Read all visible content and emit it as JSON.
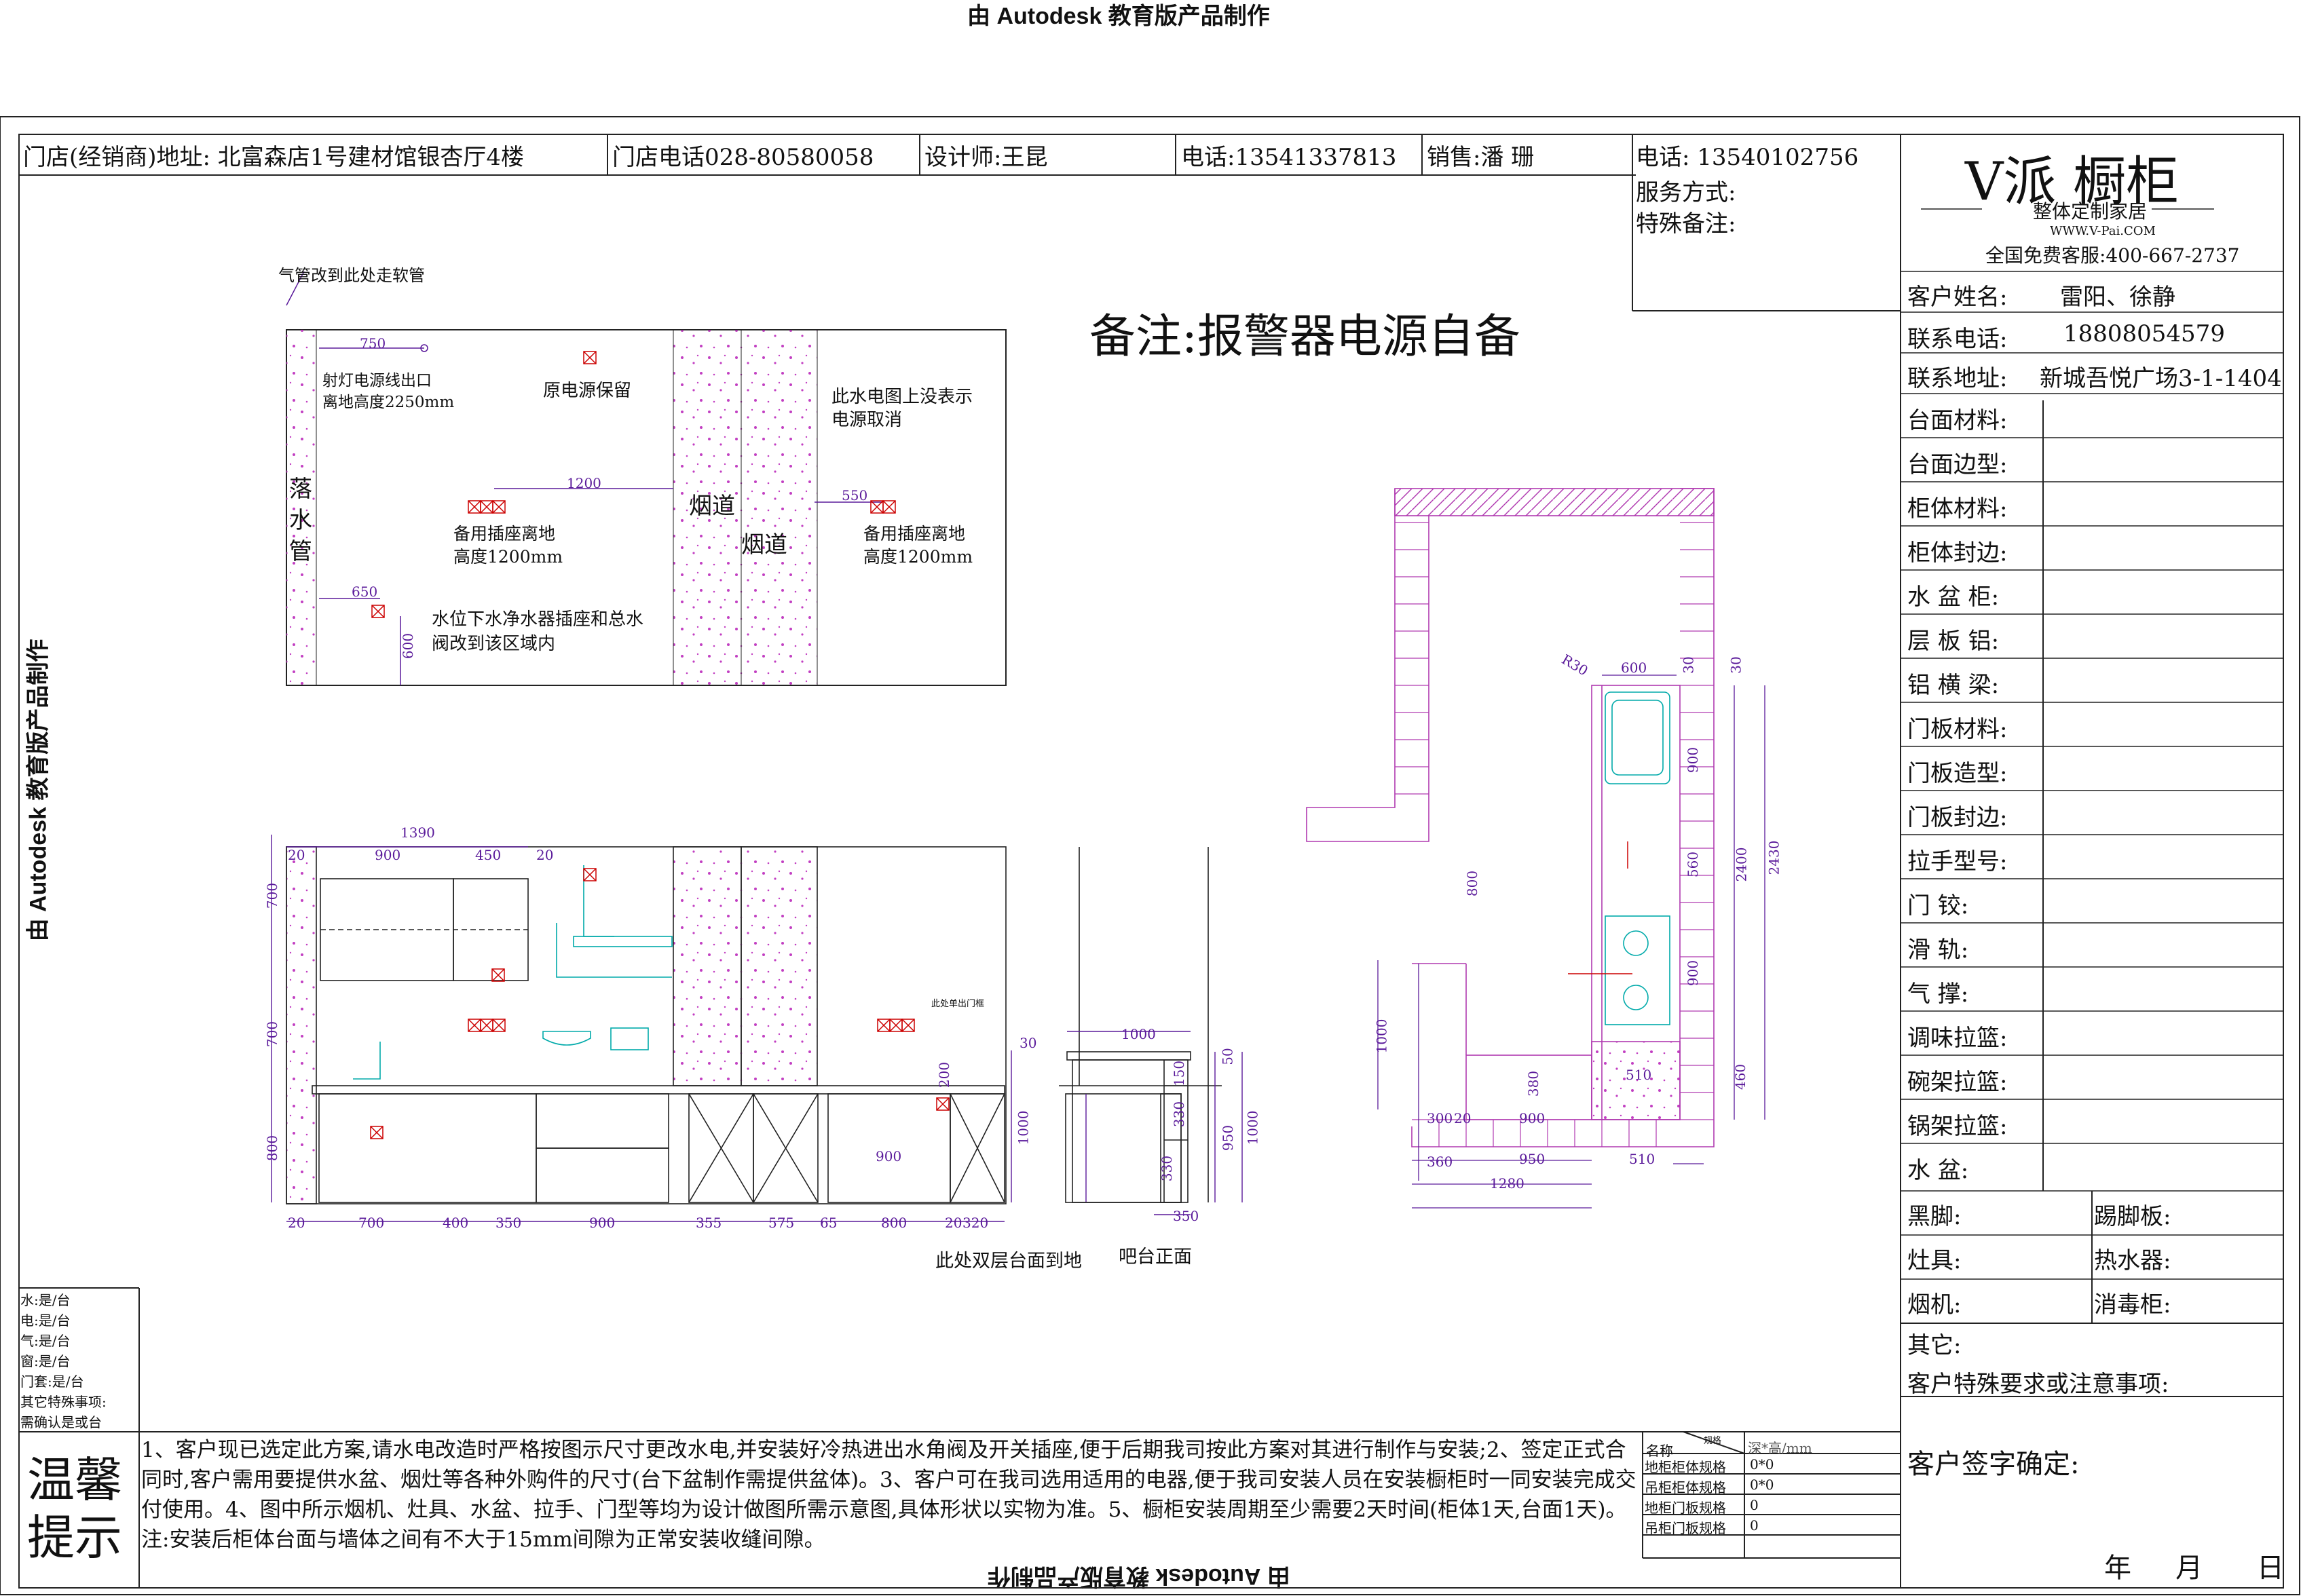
{
  "watermark": "由 Autodesk 教育版产品制作",
  "header": {
    "store_address": "门店(经销商)地址: 北富森店1号建材馆银杏厅4楼",
    "store_phone": "门店电话028-80580058",
    "designer": "设计师:王昆",
    "designer_phone": "电话:13541337813",
    "sales": "销售:潘  珊",
    "sales_phone": "电话:    13540102756",
    "service_mode": "服务方式:",
    "special_notes": "特殊备注:"
  },
  "brand": {
    "name": "V派  橱柜",
    "tagline": "整体定制家居",
    "website": "WWW.V-Pai.COM",
    "hotline": "全国免费客服:400-667-2737"
  },
  "customer": {
    "name_label": "客户姓名:",
    "name_value": "雷阳、徐静",
    "phone_label": "联系电话:",
    "phone_value": "18808054579",
    "address_label": "联系地址:",
    "address_value": "新城吾悦广场3-1-1404"
  },
  "spec_fields": [
    "台面材料:",
    "台面边型:",
    "柜体材料:",
    "柜体封边:",
    "水 盆 柜:",
    "层 板 铝:",
    "铝 横 梁:",
    "门板材料:",
    "门板造型:",
    "门板封边:",
    "拉手型号:",
    "门    铰:",
    "滑    轨:",
    "气    撑:",
    "调味拉篮:",
    "碗架拉篮:",
    "锅架拉篮:",
    "水    盆:"
  ],
  "appliances": {
    "left": [
      "黑脚:",
      "灶具:",
      "烟机:"
    ],
    "right": [
      "踢脚板:",
      "热水器:",
      "消毒柜:"
    ],
    "other": "其它:",
    "special": "客户特殊要求或注意事项:",
    "signature": "客户签字确定:",
    "date": [
      "年",
      "月",
      "日"
    ]
  },
  "remark": "备注:报警器电源自备",
  "checklist": [
    "水:是/台",
    "电:是/台",
    "气:是/台",
    "窗:是/台",
    "门套:是/台",
    "其它特殊事项:",
    "需确认是或台"
  ],
  "tips": {
    "title": [
      "温馨",
      "提示"
    ],
    "text": "1、客户现已选定此方案,请水电改造时严格按图示尺寸更改水电,并安装好冷热进出水角阀及开关插座,便于后期我司按此方案对其进行制作与安装;2、签定正式合同时,客户需用要提供水盆、烟灶等各种外购件的尺寸(台下盆制作需提供盆体)。3、客户可在我司选用适用的电器,便于我司安装人员在安装橱柜时一同安装完成交付使用。4、图中所示烟机、灶具、水盆、拉手、门型等均为设计做图所需示意图,具体形状以实物为准。5、橱柜安装周期至少需要2天时间(柜体1天,台面1天)。注:安装后柜体台面与墙体之间有不大于15mm间隙为正常安装收缝间隙。"
  },
  "spec_table": {
    "header_name": "名称",
    "header_spec": "规格",
    "header_unit": "深*高/mm",
    "rows": [
      {
        "name": "地柜柜体规格",
        "value": "0*0"
      },
      {
        "name": "吊柜柜体规格",
        "value": "0*0"
      },
      {
        "name": "地柜门板规格",
        "value": "0"
      },
      {
        "name": "吊柜门板规格",
        "value": "0"
      }
    ]
  },
  "wall_elevation": {
    "gas_note": "气管改到此处走软管",
    "spot_note": "射灯电源线出口\n离地高度2250mm",
    "power_keep": "原电源保留",
    "downpipe": [
      "落",
      "水",
      "管"
    ],
    "flue1": "烟道",
    "flue2": "烟道",
    "no_power_note": "此水电图上没表示\n电源取消",
    "socket1": "备用插座离地\n高度1200mm",
    "socket2": "备用插座离地\n高度1200mm",
    "water_note": "水位下水净水器插座和总水\n阀改到该区域内",
    "dims": [
      "750",
      "1200",
      "550",
      "650",
      "600"
    ]
  },
  "cabinet_elevation": {
    "top_dims": [
      "1390",
      "20",
      "900",
      "450",
      "20"
    ],
    "bottom_dims": [
      "20",
      "700",
      "400",
      "350",
      "900",
      "355",
      "575",
      "65",
      "800",
      "20",
      "320"
    ],
    "left_dims": [
      "700",
      "700",
      "800"
    ],
    "note_double": "此处双层台面到地",
    "bar_front": "吧台正面",
    "bar_dims": [
      "1000",
      "350",
      "30",
      "200",
      "1000",
      "50",
      "150",
      "330",
      "330",
      "950",
      "1000"
    ],
    "small_note": "此处单出门框",
    "dim_900": "900"
  },
  "plan": {
    "dims_top": [
      "R30",
      "600",
      "30",
      "30"
    ],
    "dims_side": [
      "900",
      "560",
      "900",
      "2400",
      "2430",
      "460",
      "800",
      "1000",
      "380",
      "510"
    ],
    "dims_bottom": [
      "300",
      "20",
      "900",
      "360",
      "950",
      "510",
      "1280"
    ]
  }
}
